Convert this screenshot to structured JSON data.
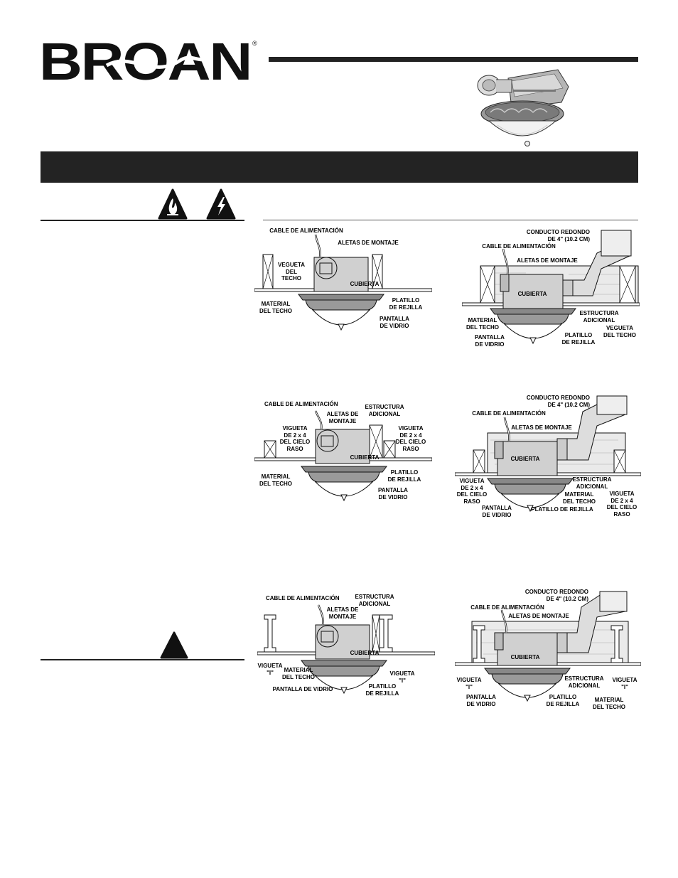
{
  "brand": {
    "name": "BROAN",
    "registered_mark": "®"
  },
  "diagram_labels": {
    "d1": {
      "cable": "CABLE DE ALIMENTACIÓN",
      "aletas": "ALETAS DE MONTAJE",
      "vigueta": "VEGUETA\nDEL\nTECHO",
      "cubierta": "CUBIERTA",
      "material": "MATERIAL\nDEL TECHO",
      "platillo": "PLATILLO\nDE REJILLA",
      "pantalla": "PANTALLA\nDE VIDRIO"
    },
    "d2": {
      "conducto": "CONDUCTO REDONDO\nDE 4\" (10.2 CM)",
      "cable": "CABLE DE ALIMENTACIÓN",
      "aletas": "ALETAS DE MONTAJE",
      "cubierta": "CUBIERTA",
      "material": "MATERIAL\nDEL TECHO",
      "estructura": "ESTRUCTURA\nADICIONAL",
      "pantalla": "PANTALLA\nDE VIDRIO",
      "platillo": "PLATILLO\nDE REJILLA",
      "vigueta": "VEGUETA\nDEL TECHO"
    },
    "d3": {
      "cable": "CABLE DE ALIMENTACIÓN",
      "estructura": "ESTRUCTURA\nADICIONAL",
      "aletas": "ALETAS DE\nMONTAJE",
      "vigueta_l": "VIGUETA\nDE 2 x 4\nDEL CIELO\nRASO",
      "vigueta_r": "VIGUETA\nDE 2 x 4\nDEL CIELO\nRASO",
      "cubierta": "CUBIERTA",
      "material": "MATERIAL\nDEL TECHO",
      "platillo": "PLATILLO\nDE REJILLA",
      "pantalla": "PANTALLA\nDE VIDRIO"
    },
    "d4": {
      "conducto": "CONDUCTO REDONDO\nDE 4\" (10.2 CM)",
      "cable": "CABLE DE ALIMENTACIÓN",
      "aletas": "ALETAS DE MONTAJE",
      "cubierta": "CUBIERTA",
      "vigueta_l": "VIGUETA\nDE 2 x 4\nDEL CIELO\nRASO",
      "estructura": "ESTRUCTURA\nADICIONAL",
      "material": "MATERIAL\nDEL TECHO",
      "vigueta_r": "VIGUETA\nDE 2 x 4\nDEL CIELO\nRASO",
      "pantalla": "PANTALLA\nDE VIDRIO",
      "platillo": "PLATILLO DE REJILLA"
    },
    "d5": {
      "cable": "CABLE DE ALIMENTACIÓN",
      "estructura": "ESTRUCTURA\nADICIONAL",
      "aletas": "ALETAS DE\nMONTAJE",
      "cubierta": "CUBIERTA",
      "vigueta_l": "VIGUETA\n\"I\"",
      "material": "MATERIAL\nDEL TECHO",
      "vigueta_r": "VIGUETA\n\"I\"",
      "pantalla": "PANTALLA DE VIDRIO",
      "platillo": "PLATILLO\nDE REJILLA"
    },
    "d6": {
      "conducto": "CONDUCTO REDONDO\nDE 4\" (10.2 CM)",
      "cable": "CABLE DE ALIMENTACIÓN",
      "aletas": "ALETAS DE MONTAJE",
      "cubierta": "CUBIERTA",
      "vigueta_l": "VIGUETA\n\"I\"",
      "estructura": "ESTRUCTURA\nADICIONAL",
      "vigueta_r": "VIGUETA\n\"I\"",
      "pantalla": "PANTALLA\nDE VIDRIO",
      "platillo": "PLATILLO\nDE REJILLA",
      "material": "MATERIAL\nDEL TECHO"
    }
  }
}
